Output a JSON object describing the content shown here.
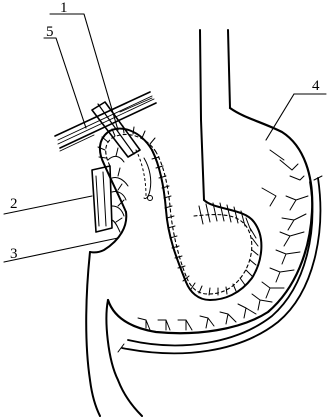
{
  "figure": {
    "labels": {
      "l1": "1",
      "l2": "2",
      "l3": "3",
      "l4": "4",
      "l5": "5"
    },
    "ink_color": "#000000",
    "paper_color": "#ffffff"
  }
}
